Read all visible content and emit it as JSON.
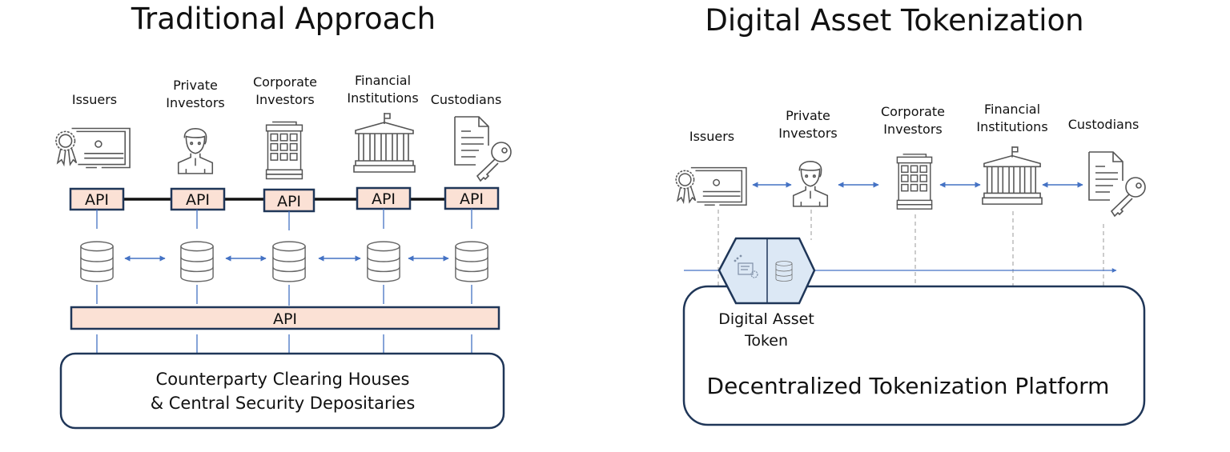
{
  "left": {
    "title": "Traditional Approach",
    "participants": [
      {
        "line1": "",
        "line2": "Issuers",
        "icon": "certificate-icon"
      },
      {
        "line1": "Private",
        "line2": "Investors",
        "icon": "person-icon"
      },
      {
        "line1": "Corporate",
        "line2": "Investors",
        "icon": "building-icon"
      },
      {
        "line1": "Financial",
        "line2": "Institutions",
        "icon": "bank-icon"
      },
      {
        "line1": "",
        "line2": "Custodians",
        "icon": "document-key-icon"
      }
    ],
    "api_label": "API",
    "api_bar_label": "API",
    "bottom_box": {
      "line1": "Counterparty Clearing Houses",
      "line2": "& Central Security Depositaries"
    }
  },
  "right": {
    "title": "Digital Asset Tokenization",
    "participants": [
      {
        "line1": "",
        "line2": "Issuers",
        "icon": "certificate-icon"
      },
      {
        "line1": "Private",
        "line2": "Investors",
        "icon": "person-icon"
      },
      {
        "line1": "Corporate",
        "line2": "Investors",
        "icon": "building-icon"
      },
      {
        "line1": "Financial",
        "line2": "Institutions",
        "icon": "bank-icon"
      },
      {
        "line1": "",
        "line2": "Custodians",
        "icon": "document-key-icon"
      }
    ],
    "token": {
      "line1": "Digital Asset",
      "line2": "Token"
    },
    "platform_label": "Decentralized Tokenization Platform"
  },
  "colors": {
    "accent": "#4472c4",
    "api_fill": "#fbe1d5",
    "border": "#1f3658",
    "token_fill": "#dce8f5"
  }
}
